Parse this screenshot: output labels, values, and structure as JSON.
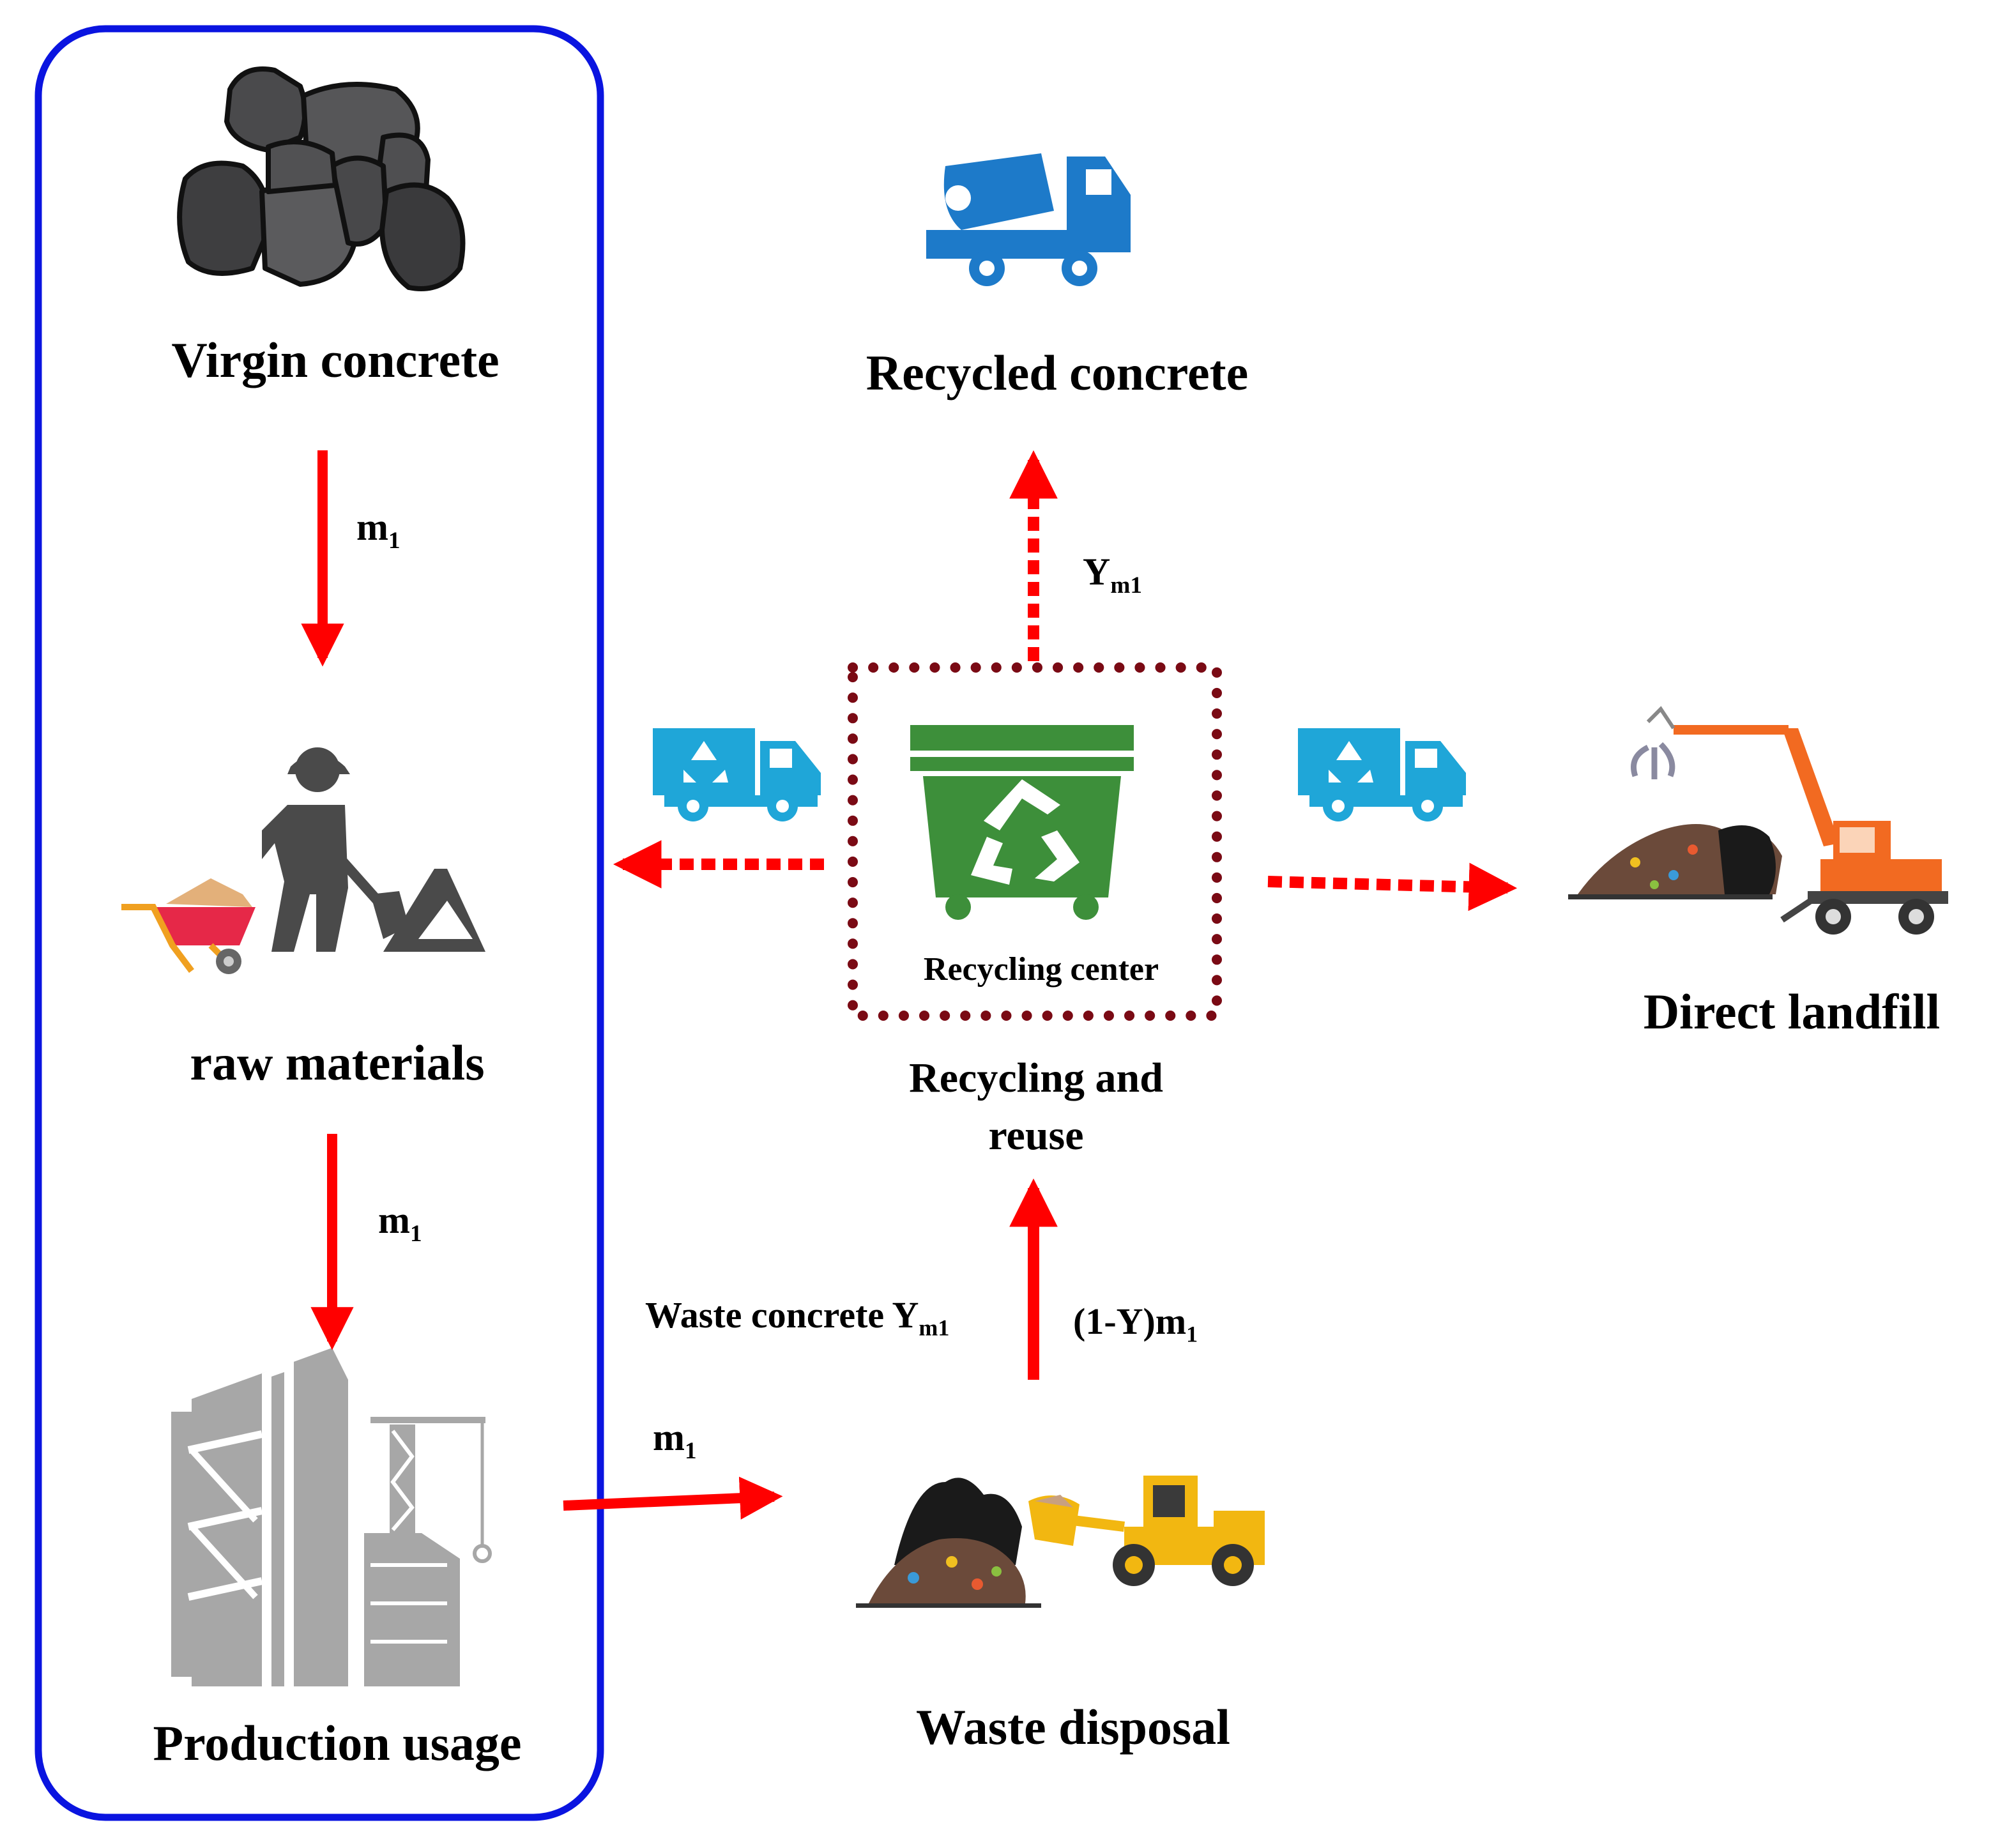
{
  "labels": {
    "virgin_concrete": "Virgin concrete",
    "raw_materials": "raw materials",
    "production_usage": "Production usage",
    "recycled_concrete": "Recycled concrete",
    "recycling_center": "Recycling center",
    "recycling_and_reuse_line1": "Recycling and",
    "recycling_and_reuse_line2": "reuse",
    "direct_landfill": "Direct landfill",
    "waste_disposal": "Waste disposal",
    "waste_concrete_prefix": "Waste concrete Y"
  },
  "flows": {
    "virgin_to_raw": {
      "base": "m",
      "sub": "1"
    },
    "raw_to_production": {
      "base": "m",
      "sub": "1"
    },
    "production_to_waste": {
      "base": "m",
      "sub": "1"
    },
    "center_to_recycled": {
      "base": "Y",
      "sub": "m1"
    },
    "waste_concrete_sub": "m1",
    "waste_to_center": {
      "base": "(1-Y)m",
      "sub": "1"
    }
  },
  "colors": {
    "life_cycle_border": "#0a14e0",
    "arrow": "#ff0000",
    "center_border": "#7a0a14",
    "bin_green": "#3d8f3a",
    "truck_blue": "#1d7ac9",
    "recycle_truck_cyan": "#1fa6d8",
    "building_gray": "#a7a7a7",
    "excavator_orange": "#f26a21",
    "loader_yellow": "#f2b711"
  },
  "icons": [
    "rock-pile-icon",
    "worker-wheelbarrow-icon",
    "building-crane-icon",
    "mixer-truck-icon",
    "recycle-bin-icon",
    "recycle-truck-icon",
    "landfill-excavator-icon",
    "waste-loader-icon"
  ]
}
